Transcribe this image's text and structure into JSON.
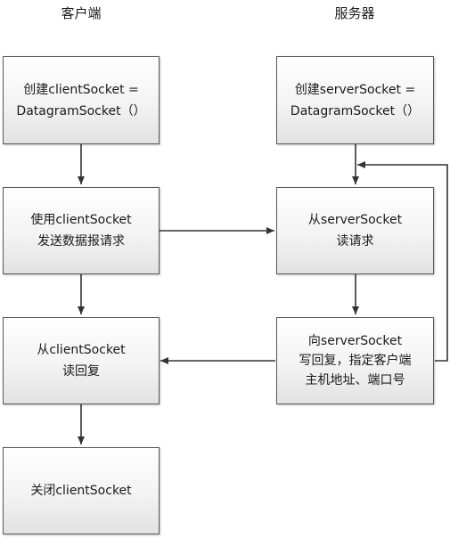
{
  "headers": {
    "client": "客户端",
    "server": "服务器"
  },
  "boxes": {
    "client_create": {
      "line1": "创建clientSocket =",
      "line2": "DatagramSocket（）"
    },
    "client_send": {
      "line1": "使用clientSocket",
      "line2": "发送数据报请求"
    },
    "client_read": {
      "line1": "从clientSocket",
      "line2": "读回复"
    },
    "client_close": {
      "line1": "关闭clientSocket"
    },
    "server_create": {
      "line1": "创建serverSocket =",
      "line2": "DatagramSocket（）"
    },
    "server_read": {
      "line1": "从serverSocket",
      "line2": "读请求"
    },
    "server_reply": {
      "line1": "向serverSocket",
      "line2": "写回复，指定客户端",
      "line3": "主机地址、端口号"
    }
  },
  "colors": {
    "border": "#5a5a5a",
    "arrow": "#333333",
    "fill_top": "#ffffff",
    "fill_bottom": "#e2e2e2"
  }
}
